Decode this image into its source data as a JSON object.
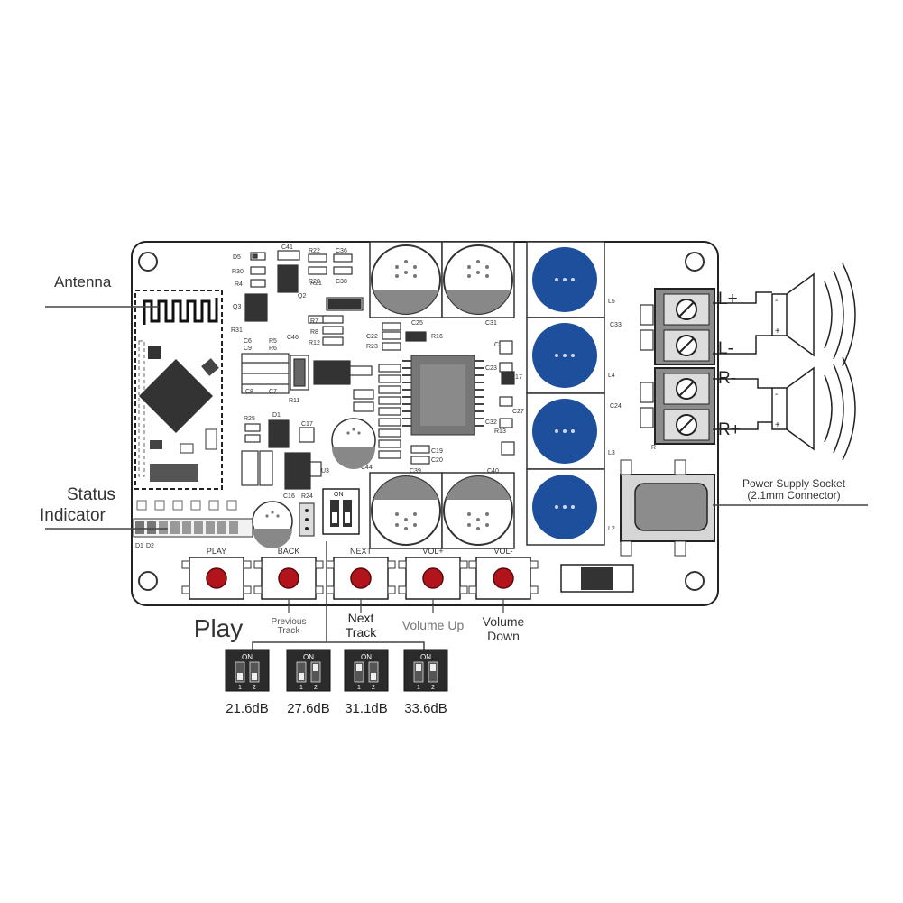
{
  "callouts": {
    "antenna": "Antenna",
    "status_line1": "Status",
    "status_line2": "Indicator",
    "power_line1": "Power Supply Socket",
    "power_line2": "(2.1mm Connector)"
  },
  "buttons": [
    {
      "silk": "PLAY",
      "label": [
        "Play"
      ]
    },
    {
      "silk": "BACK",
      "label": [
        "Previous",
        "Track"
      ]
    },
    {
      "silk": "NEXT",
      "label": [
        "Next",
        "Track"
      ]
    },
    {
      "silk": "VOL+",
      "label": [
        "Volume Up"
      ]
    },
    {
      "silk": "VOL-",
      "label": [
        "Volume",
        "Down"
      ]
    }
  ],
  "gain_switches": [
    {
      "on": "ON",
      "p1": "1",
      "p2": "2",
      "gain": "21.6dB"
    },
    {
      "on": "ON",
      "p1": "1",
      "p2": "2",
      "gain": "27.6dB"
    },
    {
      "on": "ON",
      "p1": "1",
      "p2": "2",
      "gain": "31.1dB"
    },
    {
      "on": "ON",
      "p1": "1",
      "p2": "2",
      "gain": "33.6dB"
    }
  ],
  "terminals": {
    "l_plus": "L+",
    "l_minus": "L-",
    "r_minus": "R-",
    "r_plus": "R+"
  },
  "speaker_marks": {
    "top_minus": "-",
    "top_plus": "+",
    "bottom_minus": "-",
    "bottom_plus": "+"
  },
  "board_dip": {
    "on": "ON"
  },
  "silkscreen": {
    "smd_top": [
      "D5",
      "R30",
      "R4",
      "C41",
      "R22",
      "C36",
      "R20",
      "R21",
      "C38",
      "Q2"
    ],
    "misc": [
      "Q3",
      "R31",
      "C6",
      "R5",
      "C9",
      "R6",
      "R7",
      "R8",
      "R12",
      "C22",
      "R23",
      "R16",
      "C25",
      "C31",
      "C34",
      "C23",
      "R17",
      "C27",
      "C32",
      "R13",
      "C24",
      "C19",
      "C20",
      "C8",
      "C7",
      "R25",
      "D1",
      "C17",
      "C44",
      "C46",
      "R11",
      "C39",
      "C40",
      "C16",
      "R24",
      "U3",
      "C33",
      "L5",
      "L4",
      "L3",
      "L2",
      "R"
    ],
    "leds": [
      "D1",
      "D2"
    ]
  },
  "colors": {
    "cap_blue": "#1e4f9c",
    "button_red": "#b3141b",
    "outline": "#222222",
    "gray": "#8c8c8c"
  }
}
